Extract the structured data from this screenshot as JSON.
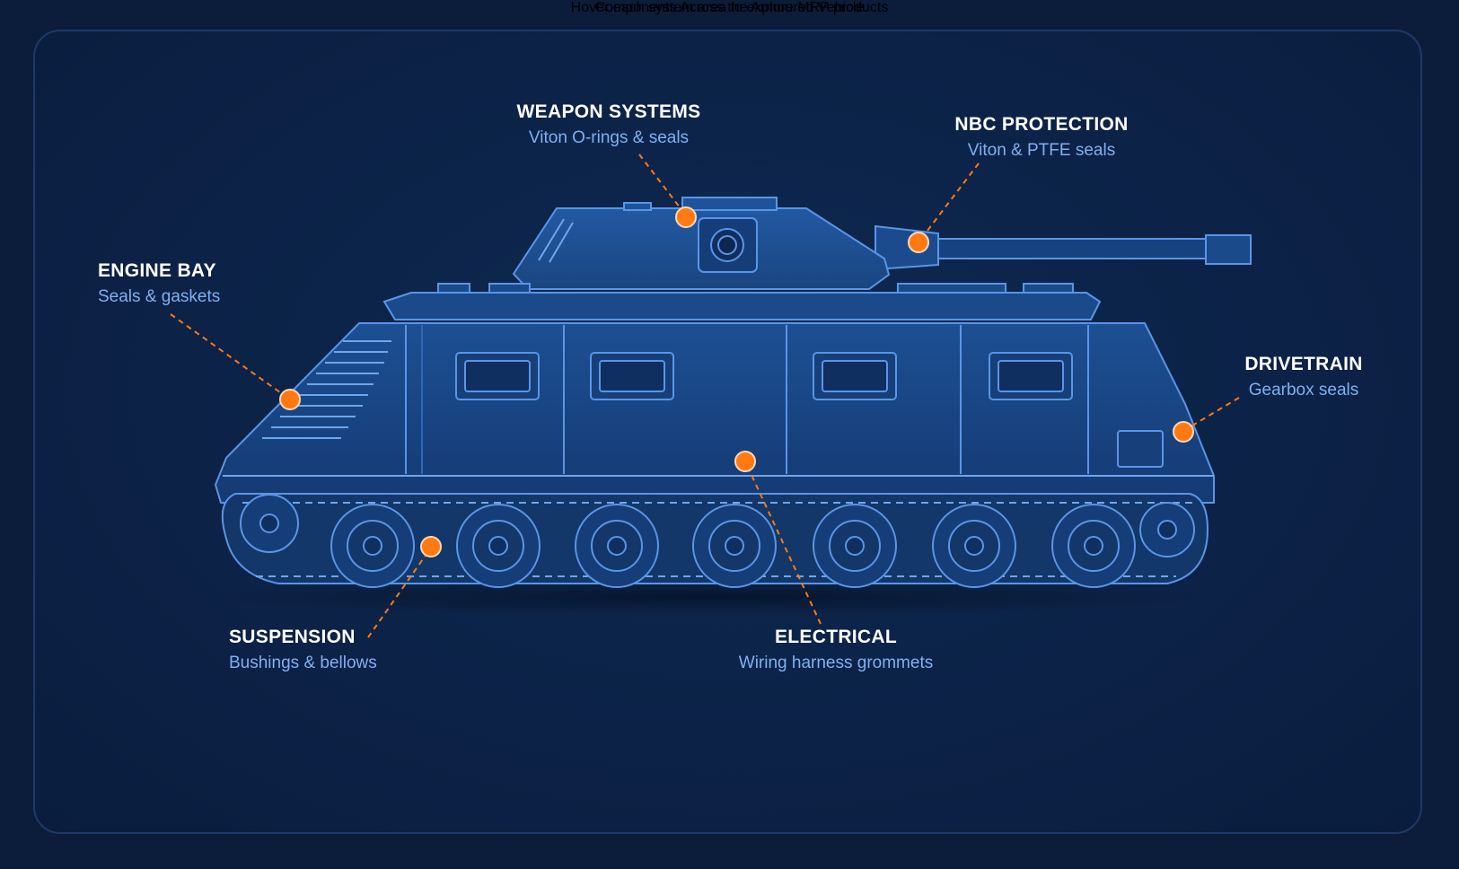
{
  "colors": {
    "background": "#0b1d3a",
    "panel": "#0c2247",
    "accent": "#ff7a12",
    "blueprint_line": "#4a86d8",
    "subtitle": "#7fb0f2"
  },
  "systems": [
    {
      "key": "weapon",
      "title": "WEAPON SYSTEMS",
      "subtitle": "Viton O-rings & seals"
    },
    {
      "key": "nbc",
      "title": "NBC PROTECTION",
      "subtitle": "Viton & PTFE seals"
    },
    {
      "key": "engine",
      "title": "ENGINE BAY",
      "subtitle": "Seals & gaskets"
    },
    {
      "key": "drivetrain",
      "title": "DRIVETRAIN",
      "subtitle": "Gearbox seals"
    },
    {
      "key": "suspension",
      "title": "SUSPENSION",
      "subtitle": "Bushings & bellows"
    },
    {
      "key": "electrical",
      "title": "ELECTRICAL",
      "subtitle": "Wiring harness grommets"
    }
  ],
  "footer": {
    "title": "Components Across the Armoured Vehicle",
    "subtitle": "Hover each system area to explore MRP products"
  },
  "icons": {
    "hotspot": "orange-dot-icon",
    "vehicle": "armoured-vehicle-blueprint"
  }
}
